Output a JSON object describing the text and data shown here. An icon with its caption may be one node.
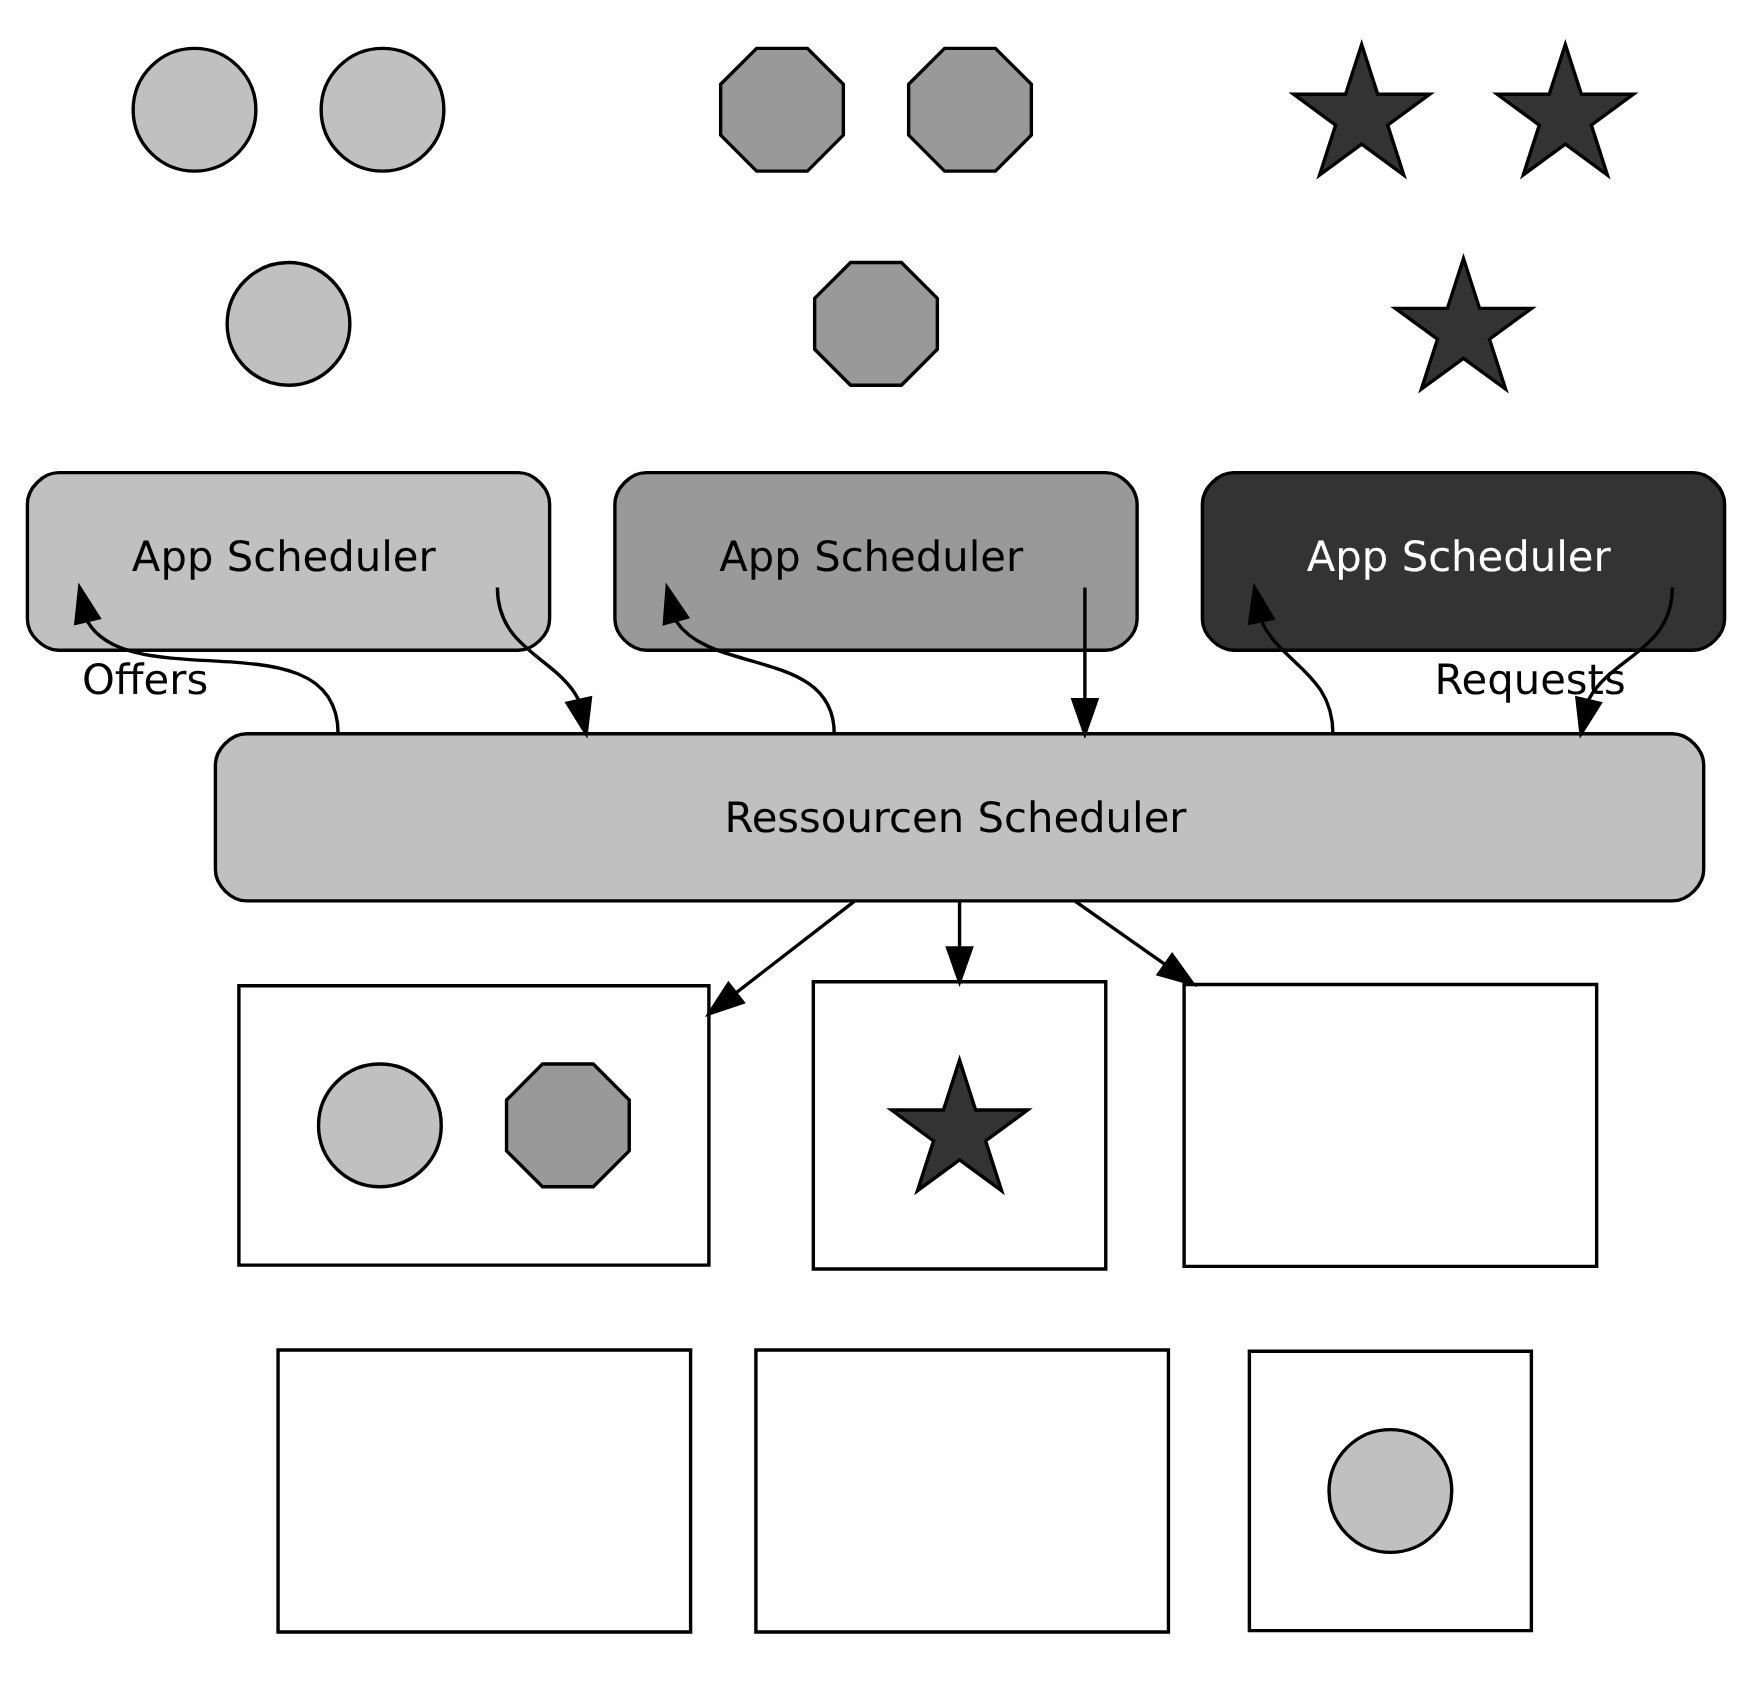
{
  "diagram": {
    "nodes": [
      {
        "text": [],
        "shape": "circle"
      },
      {
        "text": [],
        "shape": "circle"
      },
      {
        "text": [],
        "shape": "circle"
      },
      {
        "text": [],
        "shape": "octagon"
      },
      {
        "text": [],
        "shape": "octagon"
      },
      {
        "text": [],
        "shape": "octagon"
      },
      {
        "text": [],
        "shape": "star"
      },
      {
        "text": [],
        "shape": "star"
      },
      {
        "text": [],
        "shape": "star"
      },
      {
        "text": [
          "App Scheduler"
        ]
      },
      {
        "text": [
          "App Scheduler"
        ]
      },
      {
        "text": [
          "App Scheduler"
        ]
      },
      {
        "text": [
          "Ressourcen Scheduler"
        ]
      },
      {
        "text": [],
        "shape": "box"
      },
      {
        "text": [],
        "shape": "octagon",
        "in": 13
      },
      {
        "text": [],
        "shape": "circle",
        "in": 13
      },
      {
        "text": [],
        "shape": "box"
      },
      {
        "text": [],
        "shape": "star",
        "in": 16
      },
      {
        "text": [],
        "shape": "box"
      },
      {
        "text": [],
        "shape": "box"
      },
      {
        "text": [],
        "shape": "box"
      },
      {
        "text": [],
        "shape": "box"
      },
      {
        "text": [],
        "shape": "circle",
        "in": 21
      }
    ],
    "edges": [
      {
        "from": 12,
        "to": 9,
        "arrow": "to",
        "label": "Offers"
      },
      {
        "from": 9,
        "to": 12,
        "arrow": "to"
      },
      {
        "from": 12,
        "to": 10,
        "arrow": "to"
      },
      {
        "from": 10,
        "to": 12,
        "arrow": "to"
      },
      {
        "from": 12,
        "to": 11,
        "arrow": "to"
      },
      {
        "from": 11,
        "to": 12,
        "arrow": "to",
        "label": "Requests"
      },
      {
        "from": 12,
        "to": 13,
        "arrow": "to"
      },
      {
        "from": 12,
        "to": 16,
        "arrow": "to"
      },
      {
        "from": 12,
        "to": 18,
        "arrow": "to"
      }
    ]
  }
}
